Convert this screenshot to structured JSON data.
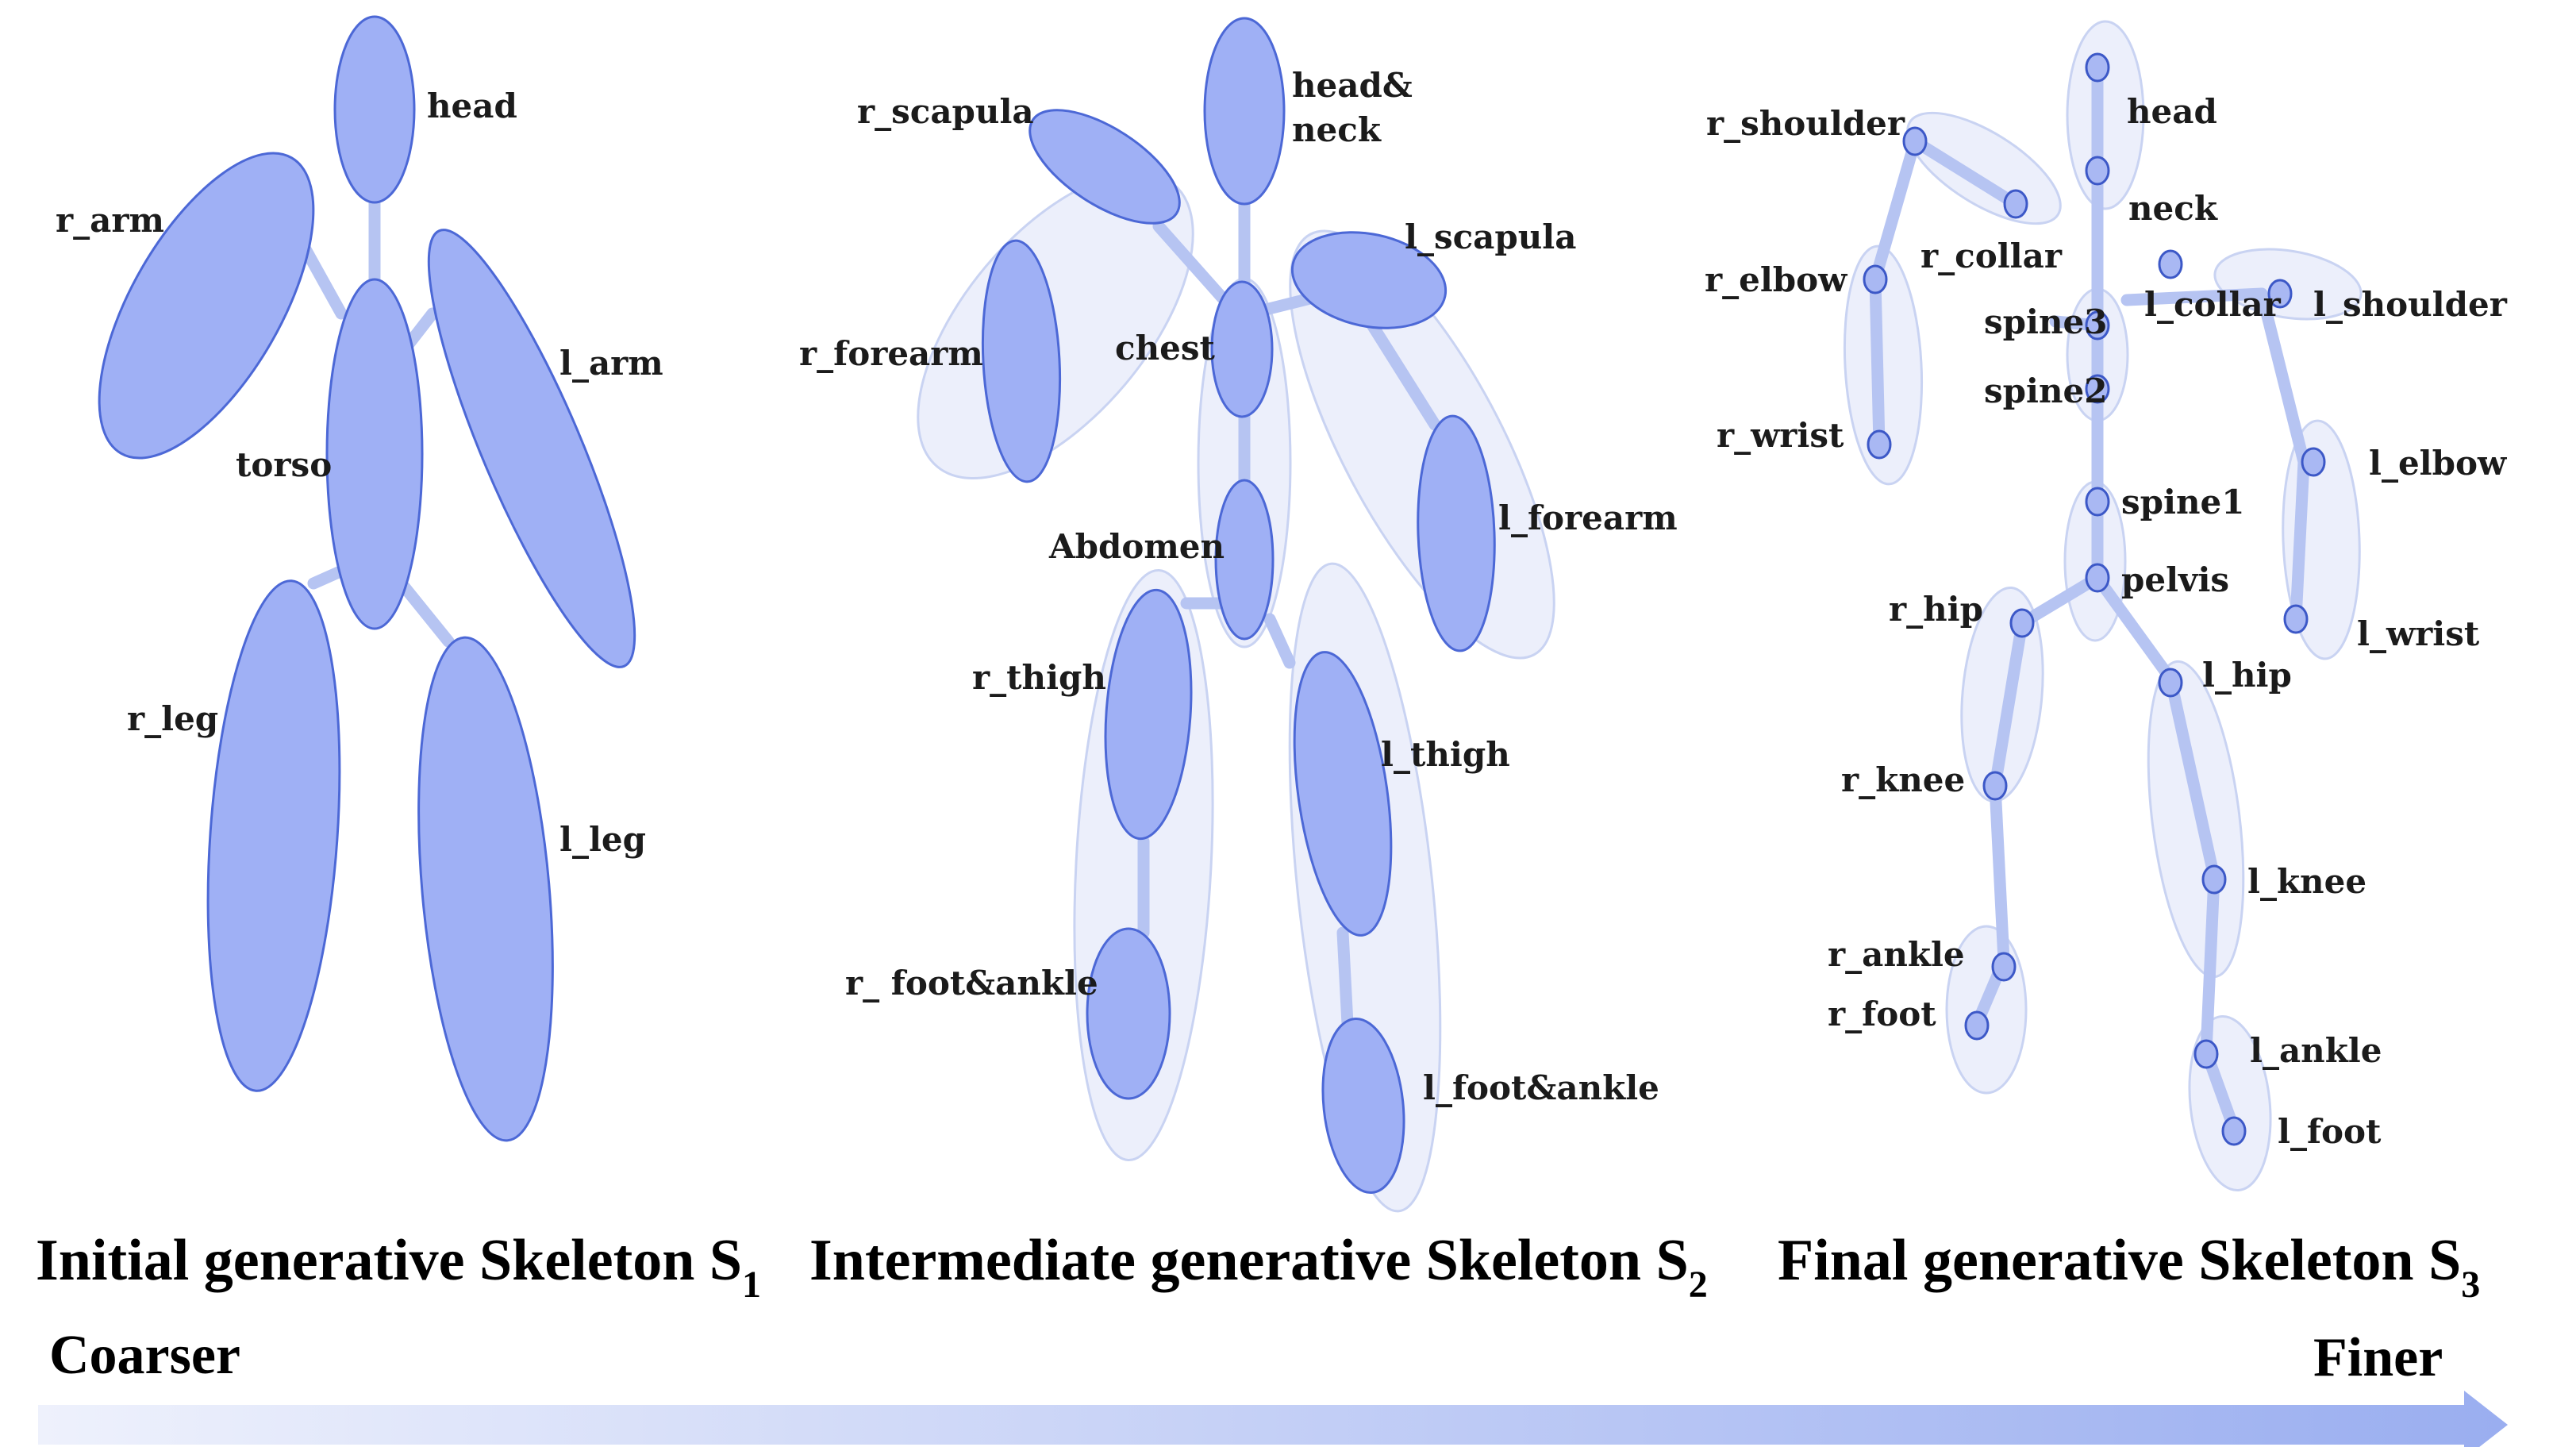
{
  "colors": {
    "part_fill": "#9fb0f5",
    "part_stroke": "#4c68d6",
    "bone": "#b6c4f2",
    "region_fill": "#e5eaf9",
    "region_stroke": "#c9d3f2",
    "joint_fill": "#a9b8f3",
    "joint_stroke": "#3c58c7",
    "arrow_start": "#eef1fc",
    "arrow_end": "#9aaef0"
  },
  "skeleton1": {
    "labels": {
      "head": "head",
      "r_arm": "r_arm",
      "l_arm": "l_arm",
      "torso": "torso",
      "r_leg": "r_leg",
      "l_leg": "l_leg"
    },
    "caption": {
      "main": "Initial generative Skeleton S",
      "sub": "1"
    }
  },
  "skeleton2": {
    "labels": {
      "r_scapula": "r_scapula",
      "head_neck_1": "head&",
      "head_neck_2": "neck",
      "l_scapula": "l_scapula",
      "r_forearm": "r_forearm",
      "chest": "chest",
      "abdomen": "Abdomen",
      "l_forearm": "l_forearm",
      "r_thigh": "r_thigh",
      "l_thigh": "l_thigh",
      "r_foot_ankle": "r_ foot&ankle",
      "l_foot_ankle": "l_foot&ankle"
    },
    "caption": {
      "main": "Intermediate generative Skeleton S",
      "sub": "2"
    }
  },
  "skeleton3": {
    "labels": {
      "r_shoulder": "r_shoulder",
      "head": "head",
      "neck": "neck",
      "r_collar": "r_collar",
      "r_elbow": "r_elbow",
      "spine3": "spine3",
      "l_collar": "l_collar",
      "l_shoulder": "l_shoulder",
      "spine2": "spine2",
      "r_wrist": "r_wrist",
      "spine1": "spine1",
      "l_elbow": "l_elbow",
      "pelvis": "pelvis",
      "r_hip": "r_hip",
      "l_wrist": "l_wrist",
      "l_hip": "l_hip",
      "r_knee": "r_knee",
      "l_knee": "l_knee",
      "r_ankle": "r_ankle",
      "r_foot": "r_foot",
      "l_ankle": "l_ankle",
      "l_foot": "l_foot"
    },
    "caption": {
      "main": "Final generative Skeleton S",
      "sub": "3"
    }
  },
  "arrow": {
    "left": "Coarser",
    "right": "Finer"
  }
}
